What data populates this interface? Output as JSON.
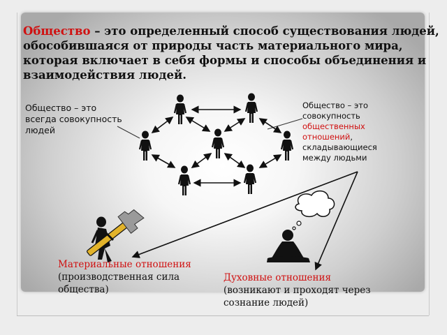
{
  "title": {
    "highlight": "Общество",
    "rest": " – это определенный способ существования людей, обособившаяся от природы часть материального мира, которая включает в себя формы и способы объединения и взаимодействия людей."
  },
  "left_label": "Общество – это всегда совокупность людей",
  "right_label": {
    "pre": "Общество – это совокупность ",
    "highlight": "общественных отношений",
    "post": ", складывающиеся между людьми"
  },
  "material": {
    "highlight": "Материальные отношения",
    "rest": "(производственная сила общества)"
  },
  "spiritual": {
    "highlight": "Духовные отношения",
    "rest": "(возникают и проходят через сознание людей)"
  },
  "colors": {
    "accent": "#d01010",
    "figure": "#111111",
    "hammer_handle": "#e2b32a"
  },
  "icons": [
    "person-icon",
    "hammer-icon",
    "thinking-person-icon",
    "thought-bubble-icon"
  ]
}
